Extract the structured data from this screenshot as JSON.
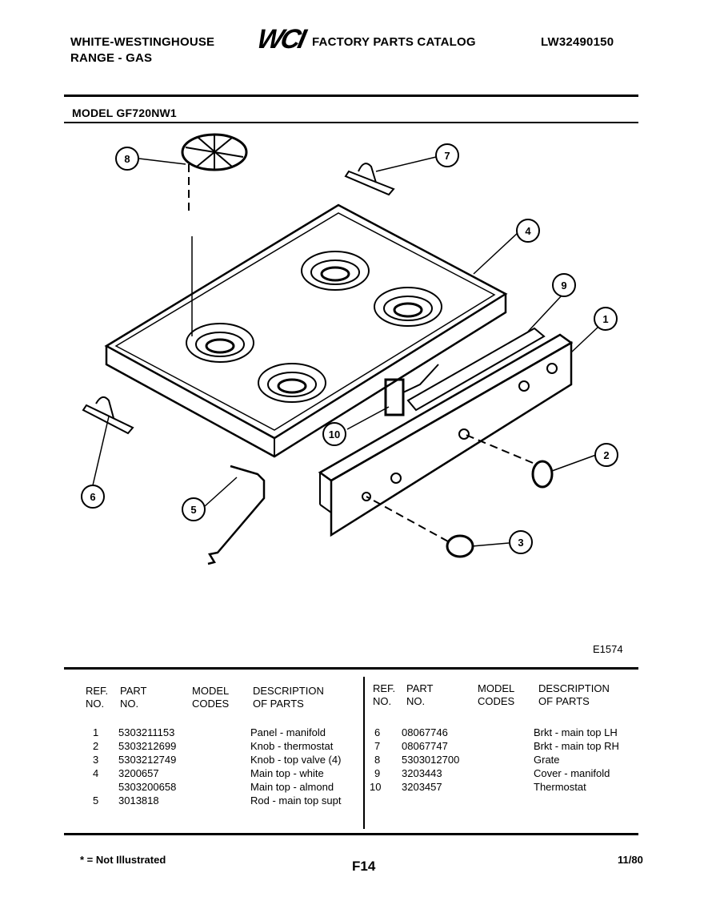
{
  "header": {
    "brand_line1": "WHITE-WESTINGHOUSE",
    "brand_line2": "RANGE - GAS",
    "logo": "WCI",
    "catalog_title": "FACTORY PARTS CATALOG",
    "doc_number": "LW32490150"
  },
  "model": "MODEL GF720NW1",
  "diagram": {
    "figure_code": "E1574",
    "callouts": [
      "1",
      "2",
      "3",
      "4",
      "5",
      "6",
      "7",
      "8",
      "9",
      "10"
    ]
  },
  "table": {
    "headers": {
      "ref": [
        "REF.",
        "NO."
      ],
      "part": [
        "PART",
        "NO."
      ],
      "model": [
        "MODEL",
        "CODES"
      ],
      "desc": [
        "DESCRIPTION",
        "OF PARTS"
      ]
    },
    "left_rows": [
      {
        "ref": "1",
        "part": "5303211153",
        "desc": "Panel - manifold"
      },
      {
        "ref": "2",
        "part": "5303212699",
        "desc": "Knob - thermostat"
      },
      {
        "ref": "3",
        "part": "5303212749",
        "desc": "Knob - top valve (4)"
      },
      {
        "ref": "4",
        "part": "3200657",
        "desc": "Main top - white"
      },
      {
        "ref": "",
        "part": "5303200658",
        "desc": "Main top - almond"
      },
      {
        "ref": "5",
        "part": "3013818",
        "desc": "Rod - main top supt"
      }
    ],
    "right_rows": [
      {
        "ref": "6",
        "part": "08067746",
        "desc": "Brkt - main top LH"
      },
      {
        "ref": "7",
        "part": "08067747",
        "desc": "Brkt - main top RH"
      },
      {
        "ref": "8",
        "part": "5303012700",
        "desc": "Grate"
      },
      {
        "ref": "9",
        "part": "3203443",
        "desc": "Cover - manifold"
      },
      {
        "ref": "10",
        "part": "3203457",
        "desc": "Thermostat"
      }
    ]
  },
  "footer": {
    "note": "* = Not Illustrated",
    "page": "F14",
    "date": "11/80"
  }
}
